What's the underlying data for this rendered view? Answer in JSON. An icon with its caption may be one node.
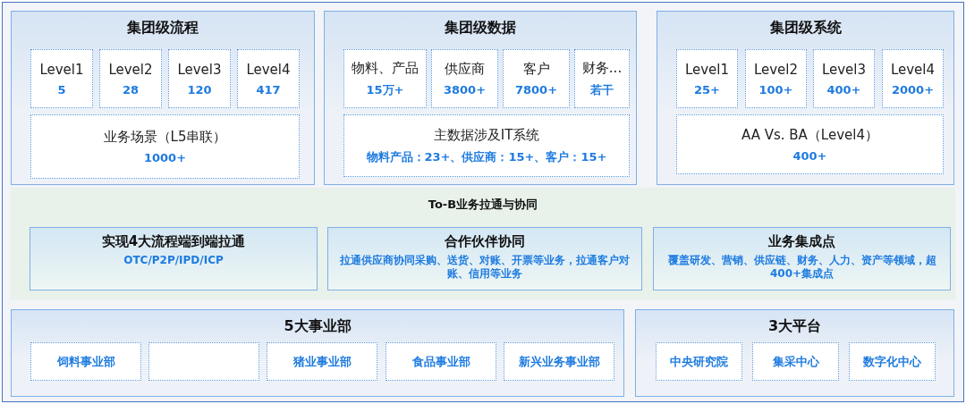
{
  "diagram": {
    "nodes": [
      {
        "text": [
          "集团级流程"
        ]
      },
      {
        "text": [
          "Level1",
          "5"
        ],
        "in": 0
      },
      {
        "text": [
          "Level2",
          "28"
        ],
        "in": 0
      },
      {
        "text": [
          "Level3",
          "120"
        ],
        "in": 0
      },
      {
        "text": [
          "Level4",
          "417"
        ],
        "in": 0
      },
      {
        "text": [
          "业务场景（L5串联）",
          "1000+"
        ],
        "in": 0
      },
      {
        "text": [
          "集团级数据"
        ]
      },
      {
        "text": [
          "物料、产品",
          "15万+"
        ],
        "in": 6
      },
      {
        "text": [
          "供应商",
          "3800+"
        ],
        "in": 6
      },
      {
        "text": [
          "客户",
          "7800+"
        ],
        "in": 6
      },
      {
        "text": [
          "财务...",
          "若干"
        ],
        "in": 6
      },
      {
        "text": [
          "主数据涉及IT系统",
          "物料产品：23+、供应商：15+、客户：15+"
        ],
        "in": 6
      },
      {
        "text": [
          "集团级系统"
        ]
      },
      {
        "text": [
          "Level1",
          "25+"
        ],
        "in": 12
      },
      {
        "text": [
          "Level2",
          "100+"
        ],
        "in": 12
      },
      {
        "text": [
          "Level3",
          "400+"
        ],
        "in": 12
      },
      {
        "text": [
          "Level4",
          "2000+"
        ],
        "in": 12
      },
      {
        "text": [
          "AA Vs. BA（Level4）",
          "400+"
        ],
        "in": 12
      },
      {
        "text": [
          "To-B业务拉通与协同"
        ]
      },
      {
        "text": [
          "实现4大流程端到端拉通",
          "OTC/P2P/IPD/ICP"
        ],
        "in": 18
      },
      {
        "text": [
          "合作伙伴协同",
          "拉通供应商协同采购、送货、对账、开票等业务，拉通客户对账、信用等业务"
        ],
        "in": 18
      },
      {
        "text": [
          "业务集成点",
          "覆盖研发、营销、供应链、财务、人力、资产等领域，超400+集成点"
        ],
        "in": 18
      },
      {
        "text": [
          "5大事业部"
        ]
      },
      {
        "text": [
          "饲料事业部"
        ],
        "in": 22
      },
      {
        "text": [],
        "shape": "box",
        "in": 22
      },
      {
        "text": [
          "猪业事业部"
        ],
        "in": 22
      },
      {
        "text": [
          "食品事业部"
        ],
        "in": 22
      },
      {
        "text": [
          "新兴业务事业部"
        ],
        "in": 22
      },
      {
        "text": [
          "3大平台"
        ]
      },
      {
        "text": [
          "中央研究院"
        ],
        "in": 28
      },
      {
        "text": [
          "集采中心"
        ],
        "in": 28
      },
      {
        "text": [
          "数字化中心"
        ],
        "in": 28
      }
    ]
  }
}
